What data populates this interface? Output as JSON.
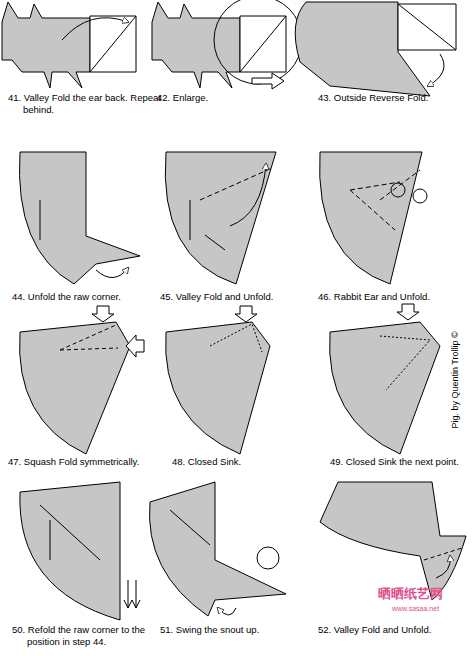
{
  "diagram": {
    "labels": [
      "41. Valley Fold the ear back. Repeat behind.",
      "42. Enlarge.",
      "43. Outside Reverse Fold.",
      "44. Unfold the raw corner.",
      "45. Valley Fold and Unfold.",
      "46. Rabbit Ear and Unfold.",
      "47. Squash Fold symmetrically.",
      "48. Closed Sink.",
      "49. Closed Sink the next point.",
      "50. Refold the raw corner to the position in step 44.",
      "51. Swing the snout up.",
      "52. Valley Fold and Unfold.",
      "Pig. by Quentin Trollip ©",
      "晒晒纸艺网",
      "www.sasaa.net"
    ]
  }
}
